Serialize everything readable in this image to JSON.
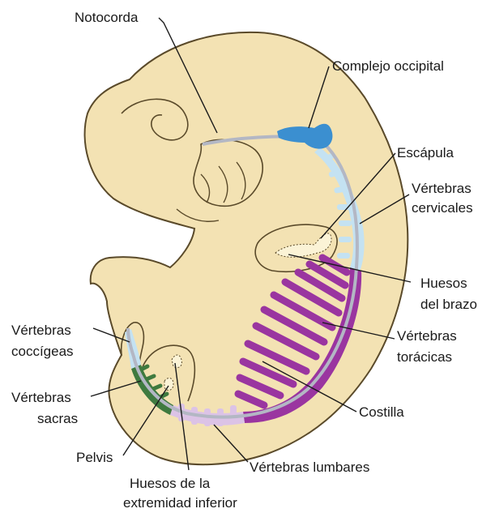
{
  "labels": {
    "notocorda": "Notocorda",
    "complejo_occipital": "Complejo occipital",
    "escapula": "Escápula",
    "vertebras_cervicales_1": "Vértebras",
    "vertebras_cervicales_2": "cervicales",
    "huesos_brazo_1": "Huesos",
    "huesos_brazo_2": "del brazo",
    "vertebras_toracicas_1": "Vértebras",
    "vertebras_toracicas_2": "torácicas",
    "costilla": "Costilla",
    "vertebras_coccigeas_1": "Vértebras",
    "vertebras_coccigeas_2": "coccígeas",
    "vertebras_sacras_1": "Vértebras",
    "vertebras_sacras_2": "sacras",
    "pelvis": "Pelvis",
    "vertebras_lumbares": "Vértebras lumbares",
    "huesos_extremidad_1": "Huesos de la",
    "huesos_extremidad_2": "extremidad inferior"
  },
  "colors": {
    "embryo_fill": "#f3e2b3",
    "outline": "#5a4a2a",
    "occipital": "#3b8fd0",
    "cervical": "#c4e2f2",
    "thoracic": "#9a35a0",
    "lumbar": "#dcc3e6",
    "sacral": "#3f7a3f",
    "notochord": "#b3b7c4",
    "bone_pale": "#fbf3d6"
  }
}
